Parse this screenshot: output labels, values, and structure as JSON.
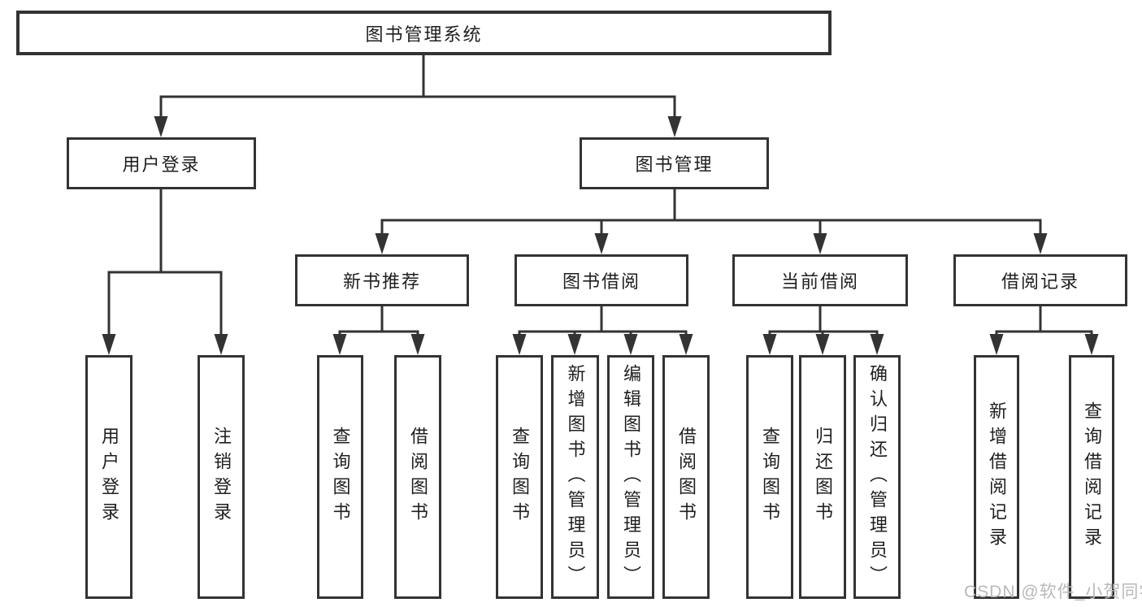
{
  "diagram": {
    "root": {
      "label": "图书管理系统"
    },
    "level2": [
      {
        "label": "用户登录"
      },
      {
        "label": "图书管理"
      }
    ],
    "level3": [
      {
        "label": "新书推荐"
      },
      {
        "label": "图书借阅"
      },
      {
        "label": "当前借阅"
      },
      {
        "label": "借阅记录"
      }
    ],
    "leaves": [
      {
        "label": "用户登录"
      },
      {
        "label": "注销登录"
      },
      {
        "label": "查询图书"
      },
      {
        "label": "借阅图书"
      },
      {
        "label": "查询图书"
      },
      {
        "label": "新增图书（管理员）"
      },
      {
        "label": "编辑图书（管理员）"
      },
      {
        "label": "借阅图书"
      },
      {
        "label": "查询图书"
      },
      {
        "label": "归还图书"
      },
      {
        "label": "确认归还（管理员）"
      },
      {
        "label": "新增借阅记录"
      },
      {
        "label": "查询借阅记录"
      }
    ]
  },
  "watermark": {
    "text": "CSDN @软件_小贺同学"
  },
  "colors": {
    "line": "#333333",
    "text": "#1f1f1f",
    "watermark": "#b9b9b9",
    "box_background": "#ffffff",
    "page_background": "#ffffff"
  }
}
